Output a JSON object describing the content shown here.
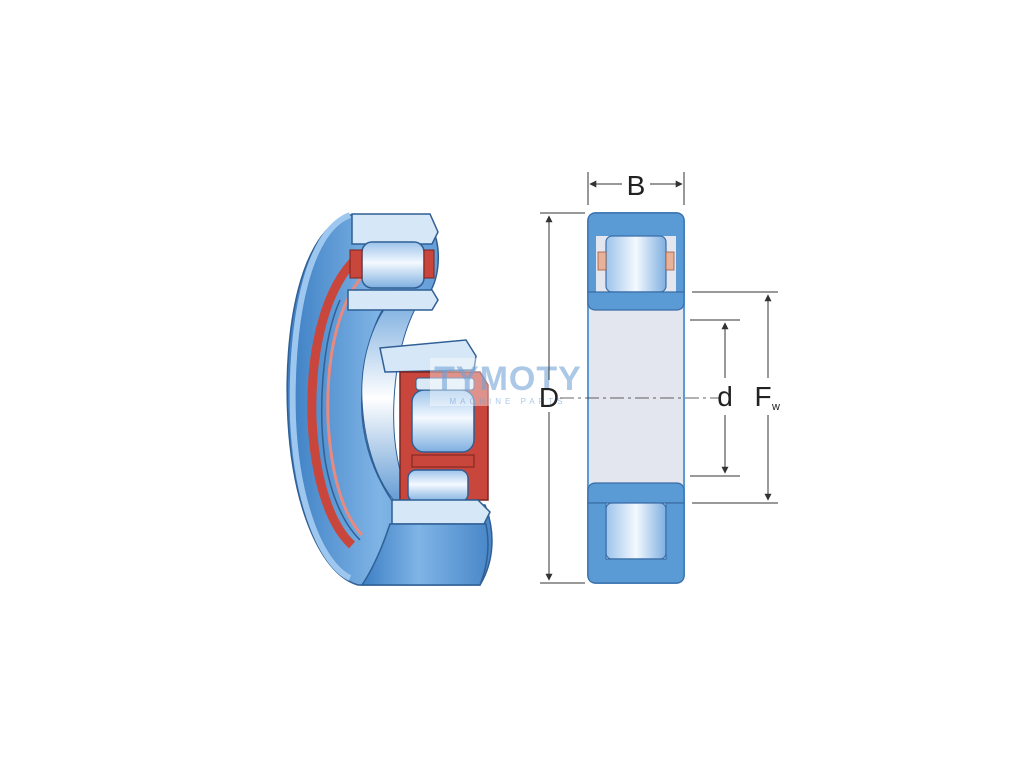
{
  "dimensions": {
    "width_label": "B",
    "outer_diameter_label": "D",
    "bore_label": "d",
    "roller_diameter_label": "F",
    "roller_diameter_subscript": "w"
  },
  "watermark": {
    "brand": "TYMOTY",
    "tagline": "MACHINE PARTS"
  },
  "colors": {
    "ring_blue": "#5b9bd5",
    "ring_light": "#cfe3f7",
    "cage_red": "#c9463d",
    "roller_light": "#dbe9f6",
    "section_fill": "#e3e6ef",
    "dimension_line": "#333333"
  }
}
